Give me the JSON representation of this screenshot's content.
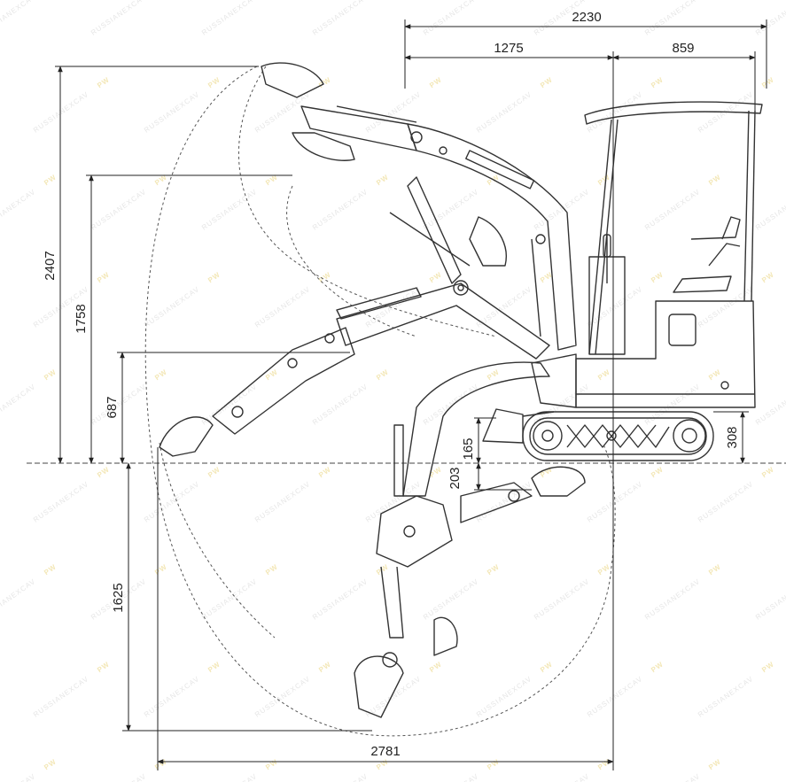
{
  "dimensions": {
    "overall_length": "2230",
    "front_length": "1275",
    "rear_length": "859",
    "max_dig_height": "2407",
    "max_dump_height": "1758",
    "dump_clearance": "687",
    "blade_lift": "308",
    "blade_depth": "165",
    "blade_dig_depth": "203",
    "max_dig_depth": "1625",
    "max_reach": "2781"
  },
  "watermark": {
    "text": "RUSSIANEXCAV",
    "logo": "PW"
  },
  "colors": {
    "line": "#333333",
    "dim": "#222222",
    "watermark_text": "#e6e6e6",
    "watermark_logo": "#f3e7b6"
  }
}
